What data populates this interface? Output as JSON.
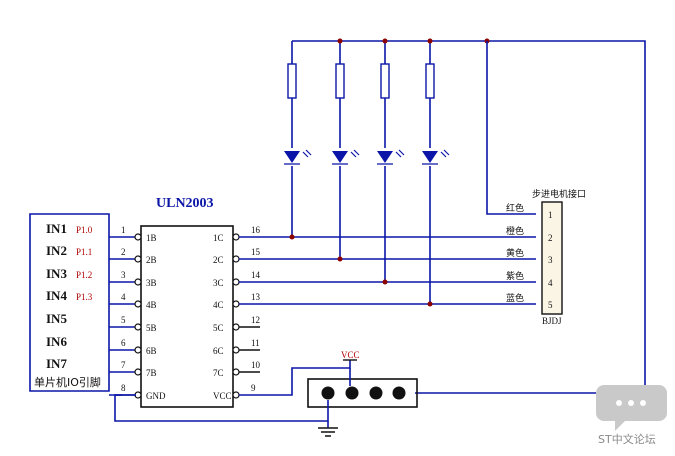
{
  "chip": {
    "name": "ULN2003",
    "left_pins": [
      {
        "num": "1",
        "name": "1B"
      },
      {
        "num": "2",
        "name": "2B"
      },
      {
        "num": "3",
        "name": "3B"
      },
      {
        "num": "4",
        "name": "4B"
      },
      {
        "num": "5",
        "name": "5B"
      },
      {
        "num": "6",
        "name": "6B"
      },
      {
        "num": "7",
        "name": "7B"
      },
      {
        "num": "8",
        "name": "GND"
      }
    ],
    "right_pins": [
      {
        "num": "16",
        "name": "1C"
      },
      {
        "num": "15",
        "name": "2C"
      },
      {
        "num": "14",
        "name": "3C"
      },
      {
        "num": "13",
        "name": "4C"
      },
      {
        "num": "12",
        "name": "5C"
      },
      {
        "num": "11",
        "name": "6C"
      },
      {
        "num": "10",
        "name": "7C"
      },
      {
        "num": "9",
        "name": "VCC"
      }
    ]
  },
  "inputs": [
    {
      "name": "IN1",
      "port": "P1.0"
    },
    {
      "name": "IN2",
      "port": "P1.1"
    },
    {
      "name": "IN3",
      "port": "P1.2"
    },
    {
      "name": "IN4",
      "port": "P1.3"
    },
    {
      "name": "IN5",
      "port": ""
    },
    {
      "name": "IN6",
      "port": ""
    },
    {
      "name": "IN7",
      "port": ""
    }
  ],
  "mcu_label": "单片机IO引脚",
  "connector": {
    "title": "步进电机接口",
    "name": "BJDJ",
    "pins": [
      "1",
      "2",
      "3",
      "4",
      "5"
    ],
    "wire_colors": [
      "红色",
      "橙色",
      "黄色",
      "紫色",
      "蓝色"
    ]
  },
  "vcc_label": "VCC",
  "watermark": "ST中文论坛",
  "colors": {
    "wire": "#0b16a8",
    "junction": "#8b0000",
    "port_text": "#b00000"
  }
}
